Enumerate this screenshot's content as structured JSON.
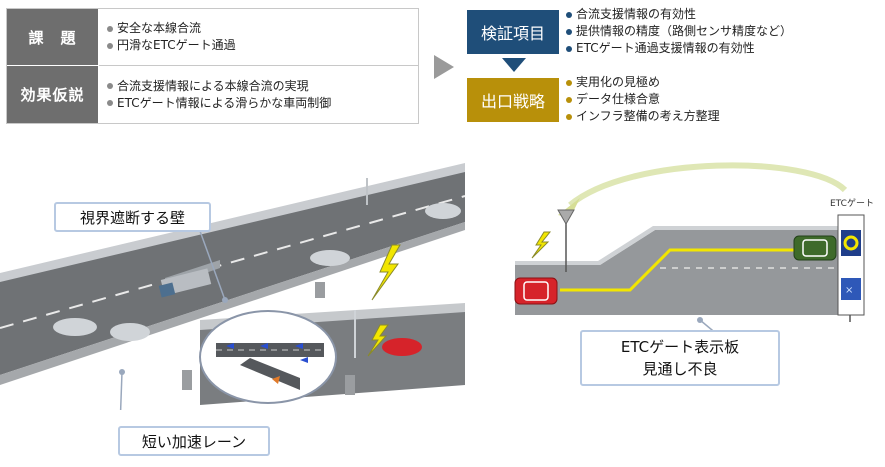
{
  "table": {
    "rows": [
      {
        "header": "課　題",
        "items": [
          "安全な本線合流",
          "円滑なETCゲート通過"
        ]
      },
      {
        "header": "効果仮説",
        "items": [
          "合流支援情報による本線合流の実現",
          "ETCゲート情報による滑らかな車両制御"
        ]
      }
    ]
  },
  "verification": {
    "label": "検証項目",
    "items": [
      "合流支援情報の有効性",
      "提供情報の精度（路側センサ精度など）",
      "ETCゲート通過支援情報の有効性"
    ]
  },
  "exit_strategy": {
    "label": "出口戦略",
    "items": [
      "実用化の見極め",
      "データ仕様合意",
      "インフラ整備の考え方整理"
    ]
  },
  "left_scene": {
    "wall_callout": "視界遮断する壁",
    "lane_callout": "短い加速レーン"
  },
  "right_scene": {
    "gate_label": "ETCゲート",
    "gate_symbol_bottom": "×",
    "callout_line1": "ETCゲート表示板",
    "callout_line2": "見通し不良"
  },
  "colors": {
    "header_gray": "#6e6e6e",
    "verification_blue": "#1f4e79",
    "exit_gold": "#b8900a",
    "signal_yellow": "#f2e600"
  }
}
